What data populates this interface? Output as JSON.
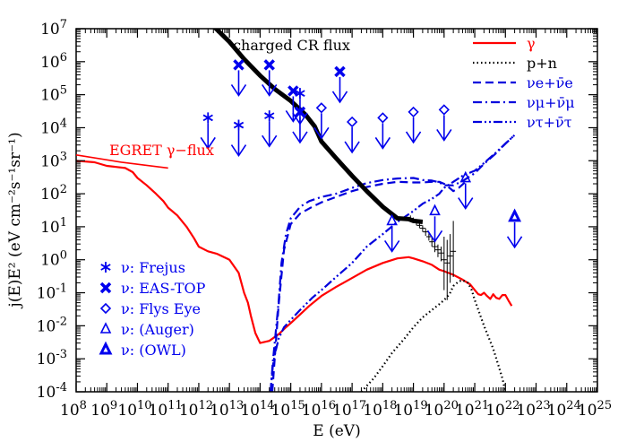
{
  "chart_data": {
    "type": "line",
    "title": "",
    "xlabel": "E (eV)",
    "ylabel": "j(E)E² (eV cm⁻²s⁻¹sr⁻¹)",
    "xscale": "log",
    "yscale": "log",
    "xlim": [
      100000000.0,
      1e+25
    ],
    "ylim": [
      0.0001,
      10000000.0
    ],
    "grid": false,
    "legend_position": "top-right",
    "x_ticks": [
      "10^8",
      "10^9",
      "10^10",
      "10^11",
      "10^12",
      "10^13",
      "10^14",
      "10^15",
      "10^16",
      "10^17",
      "10^18",
      "10^19",
      "10^20",
      "10^21",
      "10^22",
      "10^23",
      "10^24",
      "10^25"
    ],
    "y_ticks": [
      "10^-4",
      "10^-3",
      "10^-2",
      "10^-1",
      "10^0",
      "10^1",
      "10^2",
      "10^3",
      "10^4",
      "10^5",
      "10^6",
      "10^7"
    ],
    "annotations": [
      {
        "text": "charged CR flux",
        "x": 13000000000000.0,
        "y": 2200000.0,
        "color": "#000000"
      },
      {
        "text": "EGRET γ−flux",
        "x": 1200000000.0,
        "y": 1500.0,
        "color": "#ff0000"
      }
    ],
    "series": [
      {
        "name": "γ",
        "color": "#ff0000",
        "style": "solid",
        "x": [
          100000000.0,
          400000000.0,
          1000000000.0,
          2000000000.0,
          4000000000.0,
          7000000000.0,
          10000000000.0,
          20000000000.0,
          40000000000.0,
          70000000000.0,
          100000000000.0,
          200000000000.0,
          400000000000.0,
          700000000000.0,
          1000000000000.0,
          2000000000000.0,
          4000000000000.0,
          10000000000000.0,
          20000000000000.0,
          30000000000000.0,
          40000000000000.0,
          50000000000000.0,
          70000000000000.0,
          100000000000000.0,
          200000000000000.0,
          400000000000000.0,
          700000000000000.0,
          1000000000000000.0,
          2000000000000000.0,
          4000000000000000.0,
          1e+16,
          3e+16,
          1e+17,
          3e+17,
          1e+18,
          3e+18,
          7e+18,
          1e+19,
          2e+19,
          4e+19,
          7e+19,
          1e+20,
          2e+20,
          4e+20,
          7e+20,
          1e+21,
          1.3e+21,
          1.6e+21,
          2e+21,
          2.5e+21,
          3.2e+21,
          4e+21,
          5e+21,
          6.3e+21,
          8e+21,
          1e+22,
          1.3e+22,
          1.6e+22
        ],
        "y": [
          1000,
          900,
          700,
          650,
          600,
          450,
          300,
          180,
          100,
          60,
          38,
          22,
          10,
          4.5,
          2.5,
          1.8,
          1.5,
          1.0,
          0.4,
          0.1,
          0.05,
          0.02,
          0.006,
          0.003,
          0.0035,
          0.0055,
          0.009,
          0.012,
          0.022,
          0.04,
          0.08,
          0.15,
          0.28,
          0.5,
          0.8,
          1.1,
          1.2,
          1.1,
          0.9,
          0.7,
          0.5,
          0.45,
          0.35,
          0.25,
          0.18,
          0.12,
          0.09,
          0.085,
          0.1,
          0.08,
          0.065,
          0.09,
          0.07,
          0.065,
          0.085,
          0.085,
          0.055,
          0.04
        ]
      },
      {
        "name": "p+n",
        "color": "#000000",
        "style": "dotted",
        "x": [
          2e+17,
          5e+17,
          1e+18,
          2e+18,
          5e+18,
          1e+19,
          2e+19,
          4e+19,
          7e+19,
          1e+20,
          1.5e+20,
          2e+20,
          3e+20,
          4e+20,
          6e+20,
          8e+20,
          1e+21,
          2e+21,
          4e+21,
          6e+21,
          8e+21,
          1e+22
        ],
        "y": [
          0.0001,
          0.00025,
          0.0006,
          0.0015,
          0.004,
          0.009,
          0.018,
          0.03,
          0.045,
          0.06,
          0.09,
          0.16,
          0.22,
          0.24,
          0.2,
          0.12,
          0.06,
          0.01,
          0.002,
          0.0006,
          0.00025,
          0.0001
        ]
      },
      {
        "name": "νe+ν̄e",
        "color": "#0000dd",
        "style": "dashed",
        "x": [
          250000000000000.0,
          300000000000000.0,
          400000000000000.0,
          600000000000000.0,
          1000000000000000.0,
          2000000000000000.0,
          5000000000000000.0,
          1e+16,
          3e+16,
          1e+17,
          3e+17,
          1e+18,
          3e+18,
          1e+19,
          2e+19,
          4e+19,
          7e+19,
          1e+20,
          1.5e+20,
          2e+20,
          3e+20,
          5e+20
        ],
        "y": [
          0.0001,
          0.001,
          0.04,
          2,
          12,
          25,
          40,
          55,
          80,
          120,
          160,
          200,
          230,
          220,
          220,
          230,
          230,
          200,
          150,
          120,
          150,
          230
        ]
      },
      {
        "name": "νμ+ν̄μ",
        "color": "#0000dd",
        "style": "dashdot",
        "x": [
          220000000000000.0,
          260000000000000.0,
          300000000000000.0,
          400000000000000.0,
          500000000000000.0,
          700000000000000.0,
          1000000000000000.0,
          2000000000000000.0,
          4000000000000000.0,
          1e+16,
          3e+16,
          1e+17,
          3e+17,
          1e+18,
          3e+18,
          1e+19,
          2e+19,
          4e+19,
          7e+19,
          1e+20,
          2e+20,
          4e+20,
          1e+21,
          2e+21,
          5e+21,
          1e+22,
          2e+22
        ],
        "y": [
          0.0001,
          0.0008,
          0.003,
          0.05,
          0.8,
          6,
          18,
          40,
          60,
          80,
          100,
          150,
          210,
          260,
          290,
          300,
          260,
          250,
          220,
          180,
          180,
          240,
          420,
          800,
          1700,
          3300,
          6000
        ]
      },
      {
        "name": "ντ+ν̄τ",
        "color": "#0000dd",
        "style": "dashdotdot",
        "x": [
          220000000000000.0,
          260000000000000.0,
          300000000000000.0,
          400000000000000.0,
          600000000000000.0,
          1000000000000000.0,
          2000000000000000.0,
          5000000000000000.0,
          1e+16,
          3e+16,
          1e+17,
          3e+17,
          1e+18,
          3e+18,
          1e+19,
          2e+19,
          4e+19,
          7e+19,
          1e+20,
          2e+20,
          4e+20,
          1e+21,
          2e+21,
          5e+21,
          1e+22,
          2e+22
        ],
        "y": [
          0.0001,
          0.0006,
          0.0013,
          0.004,
          0.009,
          0.015,
          0.03,
          0.07,
          0.12,
          0.3,
          0.8,
          2.5,
          6,
          14,
          30,
          50,
          70,
          100,
          150,
          230,
          350,
          500,
          850,
          1800,
          3300,
          6000
        ]
      },
      {
        "name": "charged CR flux",
        "color": "#000000",
        "style": "thick",
        "x": [
          3000000000000.0,
          10000000000000.0,
          30000000000000.0,
          100000000000000.0,
          300000000000000.0,
          1000000000000000.0,
          3000000000000000.0,
          6000000000000000.0,
          1e+16,
          3e+16,
          1e+17,
          3e+17,
          1e+18,
          3e+18,
          7e+18,
          1e+19,
          2e+19
        ],
        "y": [
          12000000.0,
          4000000.0,
          1200000.0,
          380000.0,
          150000.0,
          65000.0,
          25000.0,
          11000.0,
          3800,
          1200,
          350,
          120,
          40,
          18,
          17,
          15,
          14
        ]
      }
    ],
    "crosses": {
      "x": [
        8e+18,
        1e+19,
        1.26e+19,
        1.58e+19,
        2e+19,
        2.5e+19,
        3.2e+19,
        4e+19,
        5e+19,
        6.3e+19,
        8e+19,
        1e+20,
        1.26e+20,
        1.58e+20,
        2e+20
      ],
      "y": [
        18,
        16,
        14,
        11,
        9,
        7,
        5,
        3.5,
        2.5,
        2.0,
        1.6,
        1.0,
        0.8,
        1.3,
        1.8
      ],
      "err_up": [
        22,
        19,
        17,
        13,
        11,
        9,
        6.5,
        4.7,
        3.5,
        2.9,
        2.5,
        5,
        4,
        6,
        15
      ],
      "err_down": [
        14,
        13,
        11,
        9,
        7,
        5.3,
        3.8,
        2.5,
        1.7,
        1.2,
        0.9,
        0.12,
        0.06,
        0.2,
        0.3
      ]
    },
    "limits": [
      {
        "name": "ν: Frejus",
        "marker": "asterisk",
        "x": [
          2000000000000.0,
          20000000000000.0,
          200000000000000.0,
          2000000000000000.0
        ],
        "y": [
          20000.0,
          12000.0,
          23000.0,
          110000.0
        ]
      },
      {
        "name": "ν: EAS-TOP",
        "marker": "x-thick",
        "x": [
          20000000000000.0,
          200000000000000.0,
          1200000000000000.0,
          2000000000000000.0,
          4e+16
        ],
        "y": [
          800000.0,
          800000.0,
          130000.0,
          30000.0,
          500000.0
        ]
      },
      {
        "name": "ν: Flys Eye",
        "marker": "diamond",
        "x": [
          1e+16,
          1e+17,
          1e+18,
          1e+19,
          1e+20
        ],
        "y": [
          40000.0,
          15000.0,
          20000.0,
          30000.0,
          35000.0
        ]
      },
      {
        "name": "ν: (Auger)",
        "marker": "triangle",
        "x": [
          2e+18,
          5e+19,
          5e+20
        ],
        "y": [
          15,
          30,
          300
        ]
      },
      {
        "name": "ν: (OWL)",
        "marker": "triangle-thick",
        "x": [
          2e+22
        ],
        "y": [
          20
        ]
      }
    ],
    "legend": {
      "right": [
        {
          "label": "γ",
          "color": "#ff0000",
          "style": "solid"
        },
        {
          "label": "p+n",
          "color": "#000000",
          "style": "dotted"
        },
        {
          "label": "νe+ν̄e",
          "color": "#0000dd",
          "style": "dashed"
        },
        {
          "label": "νμ+ν̄μ",
          "color": "#0000dd",
          "style": "dashdot"
        },
        {
          "label": "ντ+ν̄τ",
          "color": "#0000dd",
          "style": "dashdotdot"
        }
      ],
      "left": [
        {
          "label": "ν: Frejus",
          "marker": "asterisk"
        },
        {
          "label": "ν: EAS-TOP",
          "marker": "x-thick"
        },
        {
          "label": "ν: Flys Eye",
          "marker": "diamond"
        },
        {
          "label": "ν: (Auger)",
          "marker": "triangle"
        },
        {
          "label": "ν: (OWL)",
          "marker": "triangle-thick"
        }
      ]
    }
  }
}
